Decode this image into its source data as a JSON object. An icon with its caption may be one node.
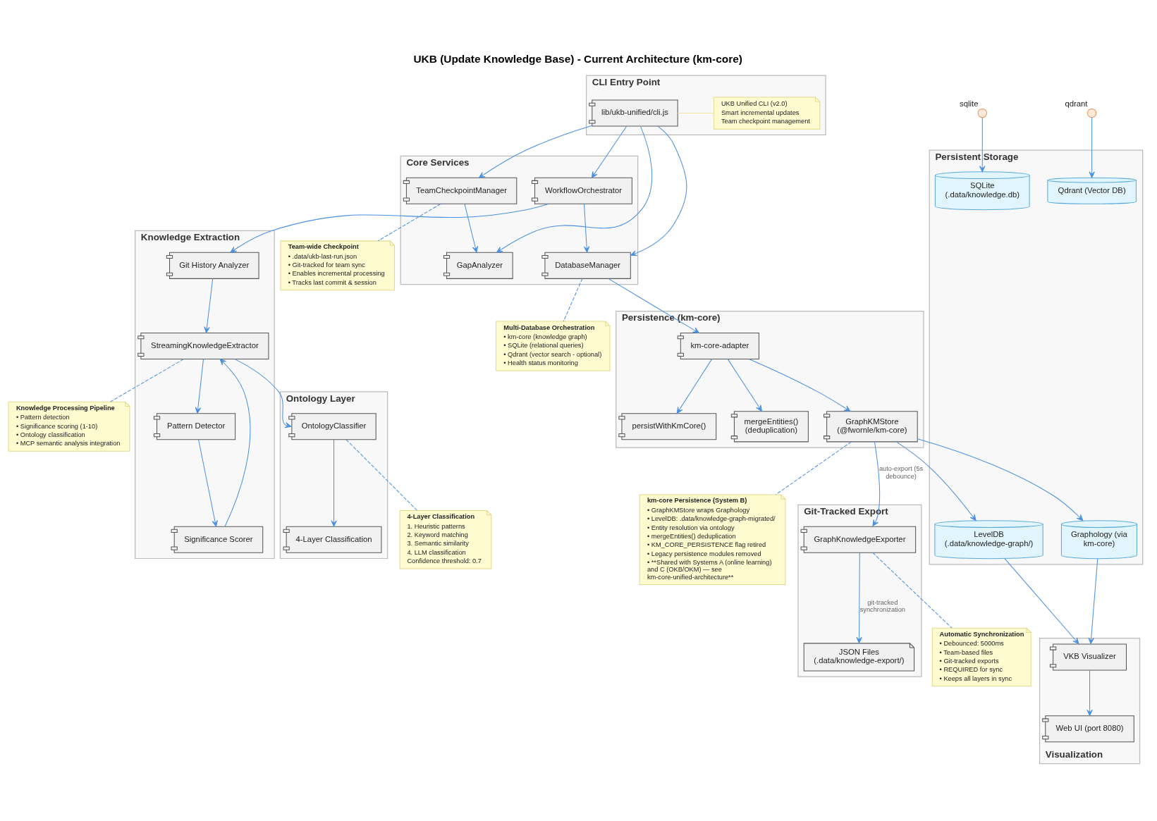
{
  "diagram": {
    "title": "UKB (Update Knowledge Base) - Current Architecture (km-core)",
    "nodes": [
      {
        "text": [
          "CLI Entry Point"
        ]
      },
      {
        "text": [
          "lib/ukb-unified/cli.js"
        ],
        "in": 0
      },
      {
        "text": [
          "UKB Unified CLI (v2.0)",
          "Smart incremental updates",
          "Team checkpoint management"
        ],
        "in": 0
      },
      {
        "text": [
          "Core Services"
        ]
      },
      {
        "text": [
          "TeamCheckpointManager"
        ],
        "in": 3
      },
      {
        "text": [
          "WorkflowOrchestrator"
        ],
        "in": 3
      },
      {
        "text": [
          "GapAnalyzer"
        ],
        "in": 3
      },
      {
        "text": [
          "DatabaseManager"
        ],
        "in": 3
      },
      {
        "text": [
          "Team-wide Checkpoint",
          "• .data/ukb-last-run.json",
          "• Git-tracked for team sync",
          "• Enables incremental processing",
          "• Tracks last commit & session"
        ]
      },
      {
        "text": [
          "Knowledge Extraction"
        ]
      },
      {
        "text": [
          "Git History Analyzer"
        ],
        "in": 9
      },
      {
        "text": [
          "StreamingKnowledgeExtractor"
        ],
        "in": 9
      },
      {
        "text": [
          "Pattern Detector"
        ],
        "in": 9
      },
      {
        "text": [
          "Significance Scorer"
        ],
        "in": 9
      },
      {
        "text": [
          "Persistence (km-core)"
        ]
      },
      {
        "text": [
          "km-core-adapter"
        ],
        "in": 14
      },
      {
        "text": [
          "GraphKMStore (@fwornle/km-core)"
        ],
        "in": 14
      },
      {
        "text": [
          "persistWithKmCore()"
        ],
        "in": 14
      },
      {
        "text": [
          "mergeEntities() (deduplication)"
        ],
        "in": 14
      },
      {
        "text": [
          "Knowledge Processing Pipeline",
          "• Pattern detection",
          "• Significance scoring (1-10)",
          "• Ontology classification",
          "• MCP semantic analysis integration"
        ]
      },
      {
        "text": [
          "Multi-Database Orchestration",
          "• km-core (knowledge graph)",
          "• SQLite (relational queries)",
          "• Qdrant (vector search - optional)",
          "• Health status monitoring"
        ]
      },
      {
        "text": [
          "Ontology Layer"
        ]
      },
      {
        "text": [
          "OntologyClassifier"
        ],
        "in": 21
      },
      {
        "text": [
          "4-Layer Classification"
        ],
        "in": 21
      },
      {
        "text": [
          "4-Layer Classification",
          "1. Heuristic patterns",
          "2. Keyword matching",
          "3. Semantic similarity",
          "4. LLM classification",
          "Confidence threshold: 0.7"
        ]
      },
      {
        "text": [
          "km-core Persistence (System B)",
          "• GraphKMStore wraps Graphology",
          "• LevelDB: .data/knowledge-graph-migrated/",
          "• Entity resolution via ontology",
          "• mergeEntities() deduplication",
          "• KM_CORE_PERSISTENCE flag retired",
          "• Legacy persistence modules removed",
          "• **Shared with Systems A (online learning) and C (OKB/OKM) — see km-core-unified-architecture**"
        ]
      },
      {
        "text": [
          "sqlite"
        ]
      },
      {
        "text": [
          "qdrant"
        ]
      },
      {
        "text": [
          "Git-Tracked Export"
        ]
      },
      {
        "text": [
          "GraphKnowledgeExporter"
        ],
        "in": 28
      },
      {
        "text": [
          "JSON Files (.data/knowledge-export/)"
        ],
        "in": 28
      },
      {
        "text": [
          "Persistent Storage"
        ]
      },
      {
        "text": [
          "LevelDB (.data/knowledge-graph/)"
        ],
        "in": 31
      },
      {
        "text": [
          "Graphology (via km-core)"
        ],
        "in": 31
      },
      {
        "text": [
          "SQLite (.data/knowledge.db)"
        ],
        "in": 31
      },
      {
        "text": [
          "Qdrant (Vector DB)"
        ],
        "in": 31
      },
      {
        "text": [
          "Automatic Synchronization",
          "• Debounced: 5000ms",
          "• Team-based files",
          "• Git-tracked exports",
          "• REQUIRED for sync",
          "• Keeps all layers in sync"
        ]
      },
      {
        "text": [
          "Visualization"
        ]
      },
      {
        "text": [
          "VKB Visualizer"
        ],
        "in": 37
      },
      {
        "text": [
          "Web UI (port 8080)"
        ],
        "in": 37
      }
    ],
    "edges": [
      {
        "from": 1,
        "to": 2,
        "arrow": "none",
        "color": "#f2e6a5"
      },
      {
        "from": 1,
        "to": 4,
        "arrow": "to"
      },
      {
        "from": 1,
        "to": 5,
        "arrow": "to"
      },
      {
        "from": 1,
        "to": 6,
        "arrow": "to"
      },
      {
        "from": 1,
        "to": 7,
        "arrow": "to"
      },
      {
        "from": 4,
        "to": 8,
        "arrow": "none",
        "style": "dashed"
      },
      {
        "from": 4,
        "to": 6,
        "arrow": "to"
      },
      {
        "from": 5,
        "to": 7,
        "arrow": "to"
      },
      {
        "from": 5,
        "to": 10,
        "arrow": "to"
      },
      {
        "from": 7,
        "to": 20,
        "arrow": "none",
        "style": "dashed"
      },
      {
        "from": 7,
        "to": 15,
        "arrow": "to"
      },
      {
        "from": 10,
        "to": 11,
        "arrow": "to"
      },
      {
        "from": 11,
        "to": 19,
        "arrow": "none",
        "style": "dashed"
      },
      {
        "from": 11,
        "to": 12,
        "arrow": "to"
      },
      {
        "from": 12,
        "to": 13,
        "arrow": "to"
      },
      {
        "from": 13,
        "to": 11,
        "arrow": "to"
      },
      {
        "from": 11,
        "to": 22,
        "arrow": "to"
      },
      {
        "from": 15,
        "to": 16,
        "arrow": "to"
      },
      {
        "from": 15,
        "to": 17,
        "arrow": "to"
      },
      {
        "from": 15,
        "to": 18,
        "arrow": "to"
      },
      {
        "from": 22,
        "to": 24,
        "arrow": "none",
        "style": "dashed"
      },
      {
        "from": 22,
        "to": 23,
        "arrow": "to"
      },
      {
        "from": 16,
        "to": 25,
        "arrow": "none",
        "style": "dashed"
      },
      {
        "from": 16,
        "to": 29,
        "arrow": "to",
        "label": "auto-export (5s debounce)"
      },
      {
        "from": 16,
        "to": 32,
        "arrow": "to"
      },
      {
        "from": 16,
        "to": 33,
        "arrow": "to"
      },
      {
        "from": 26,
        "to": 34,
        "arrow": "to"
      },
      {
        "from": 27,
        "to": 35,
        "arrow": "to"
      },
      {
        "from": 29,
        "to": 36,
        "arrow": "none",
        "style": "dashed"
      },
      {
        "from": 29,
        "to": 30,
        "arrow": "to",
        "label": "git-tracked synchronization"
      },
      {
        "from": 32,
        "to": 38,
        "arrow": "to"
      },
      {
        "from": 33,
        "to": 38,
        "arrow": "to"
      },
      {
        "from": 38,
        "to": 39,
        "arrow": "to"
      }
    ]
  }
}
